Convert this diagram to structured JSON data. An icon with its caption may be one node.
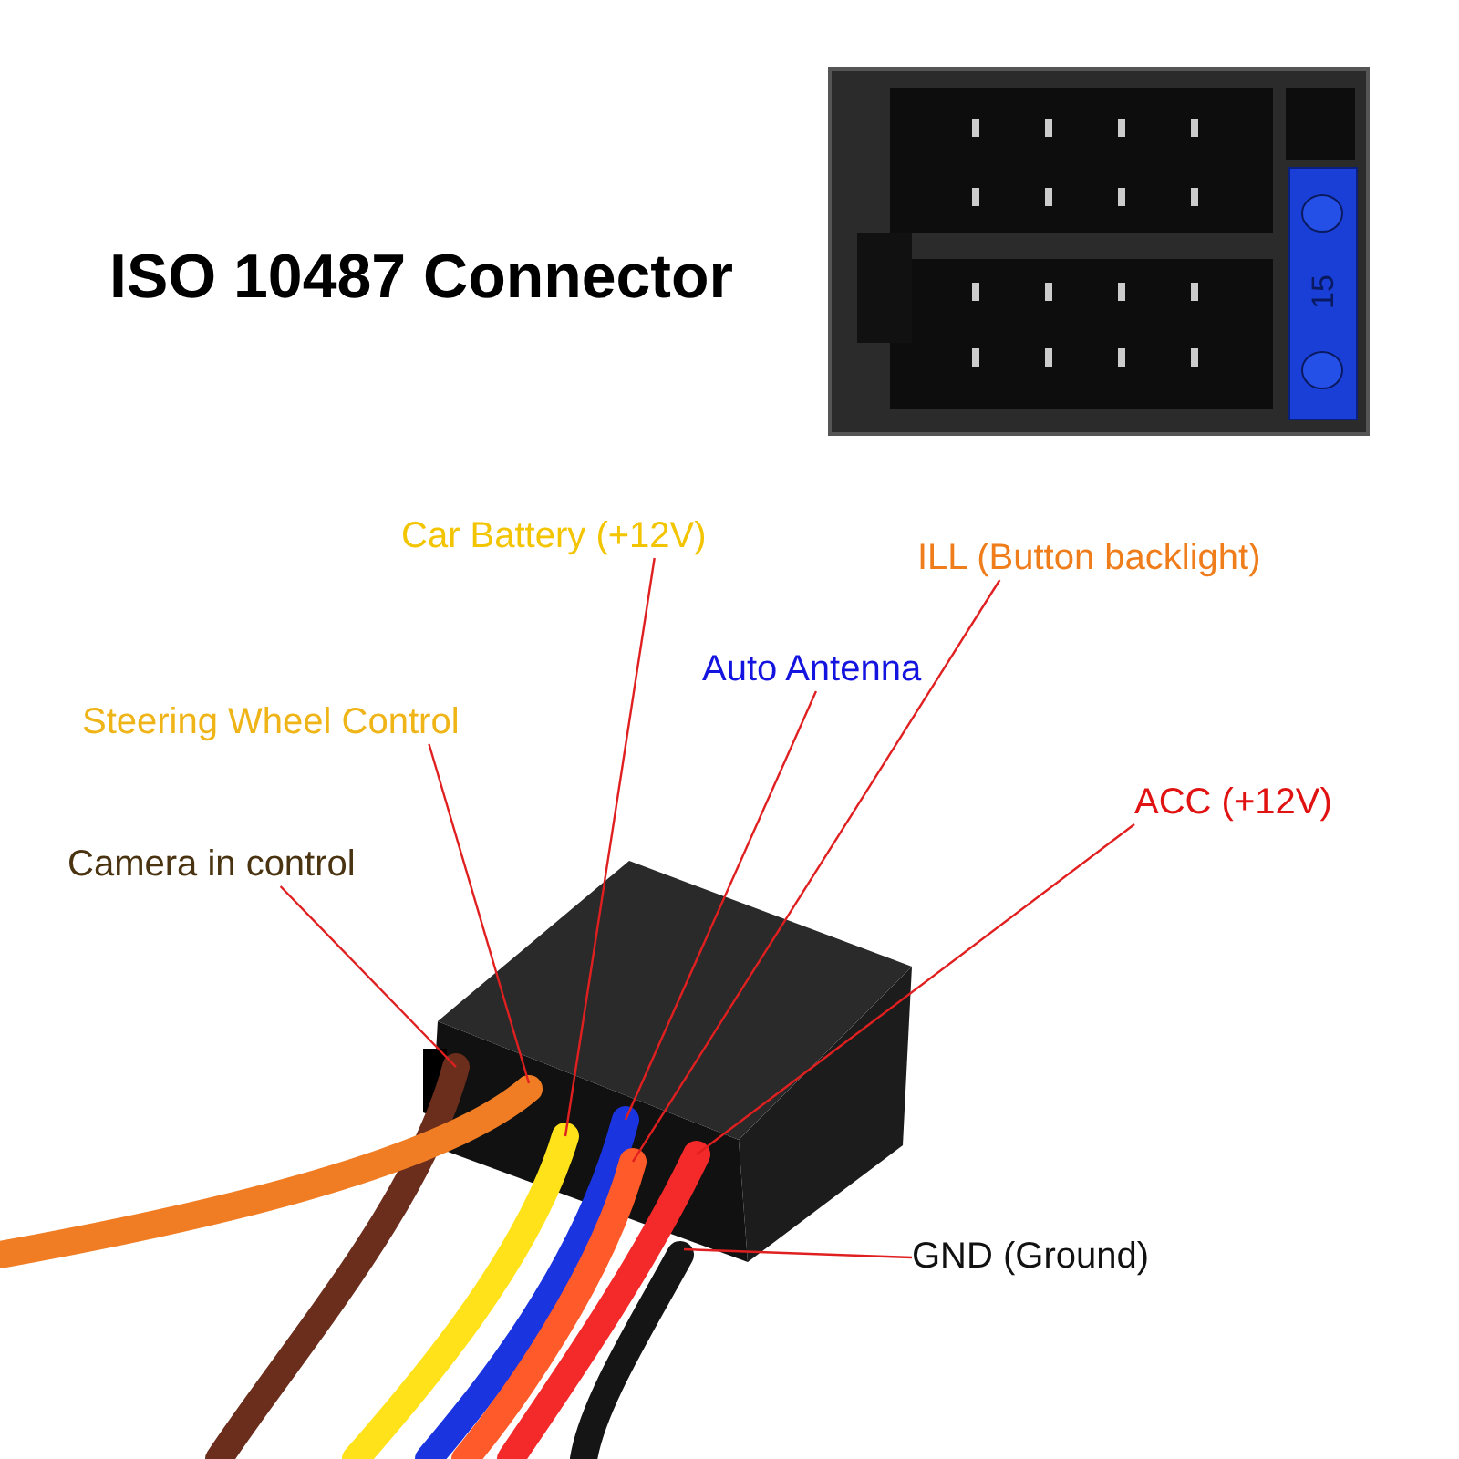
{
  "diagram": {
    "title": "ISO 10487 Connector",
    "nodes": [
      {
        "text": [
          "Car Battery (+12V)"
        ]
      },
      {
        "text": [
          "ILL (Button backlight)"
        ]
      },
      {
        "text": [
          "Auto Antenna"
        ]
      },
      {
        "text": [
          "Steering Wheel Control"
        ]
      },
      {
        "text": [
          "ACC (+12V)"
        ]
      },
      {
        "text": [
          "Camera in control"
        ]
      },
      {
        "text": [
          "GND (Ground)"
        ]
      }
    ],
    "edges": [
      {
        "from": 0,
        "to": null,
        "arrow": "none"
      },
      {
        "from": 1,
        "to": null,
        "arrow": "none"
      },
      {
        "from": 2,
        "to": null,
        "arrow": "none"
      },
      {
        "from": 3,
        "to": null,
        "arrow": "none"
      },
      {
        "from": 4,
        "to": null,
        "arrow": "none"
      },
      {
        "from": 5,
        "to": null,
        "arrow": "none"
      },
      {
        "from": 6,
        "to": null,
        "arrow": "none"
      }
    ],
    "labels": [
      "15"
    ]
  }
}
